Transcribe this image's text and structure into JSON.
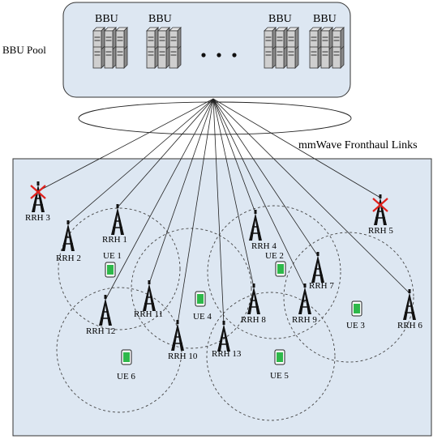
{
  "pool_label": "BBU Pool",
  "bbu_labels": [
    "BBU",
    "BBU",
    "BBU",
    "BBU"
  ],
  "fronthaul_label": "mmWave Fronthaul Links",
  "rrh": [
    {
      "label": "RRH 1",
      "disabled": false
    },
    {
      "label": "RRH 2",
      "disabled": false
    },
    {
      "label": "RRH 3",
      "disabled": true
    },
    {
      "label": "RRH 4",
      "disabled": false
    },
    {
      "label": "RRH 5",
      "disabled": true
    },
    {
      "label": "RRH 6",
      "disabled": false
    },
    {
      "label": "RRH 7",
      "disabled": false
    },
    {
      "label": "RRH 8",
      "disabled": false
    },
    {
      "label": "RRH 9",
      "disabled": false
    },
    {
      "label": "RRH 10",
      "disabled": false
    },
    {
      "label": "RRH 11",
      "disabled": false
    },
    {
      "label": "RRH 12",
      "disabled": false
    },
    {
      "label": "RRH 13",
      "disabled": false
    }
  ],
  "ue": [
    {
      "label": "UE 1"
    },
    {
      "label": "UE 2"
    },
    {
      "label": "UE 3"
    },
    {
      "label": "UE 4"
    },
    {
      "label": "UE 5"
    },
    {
      "label": "UE 6"
    }
  ],
  "colors": {
    "pool_fill": "#dde7f2",
    "area_fill": "#dde7f2",
    "ue_fill": "#2eb84a",
    "disabled_mark": "#e0201c"
  }
}
